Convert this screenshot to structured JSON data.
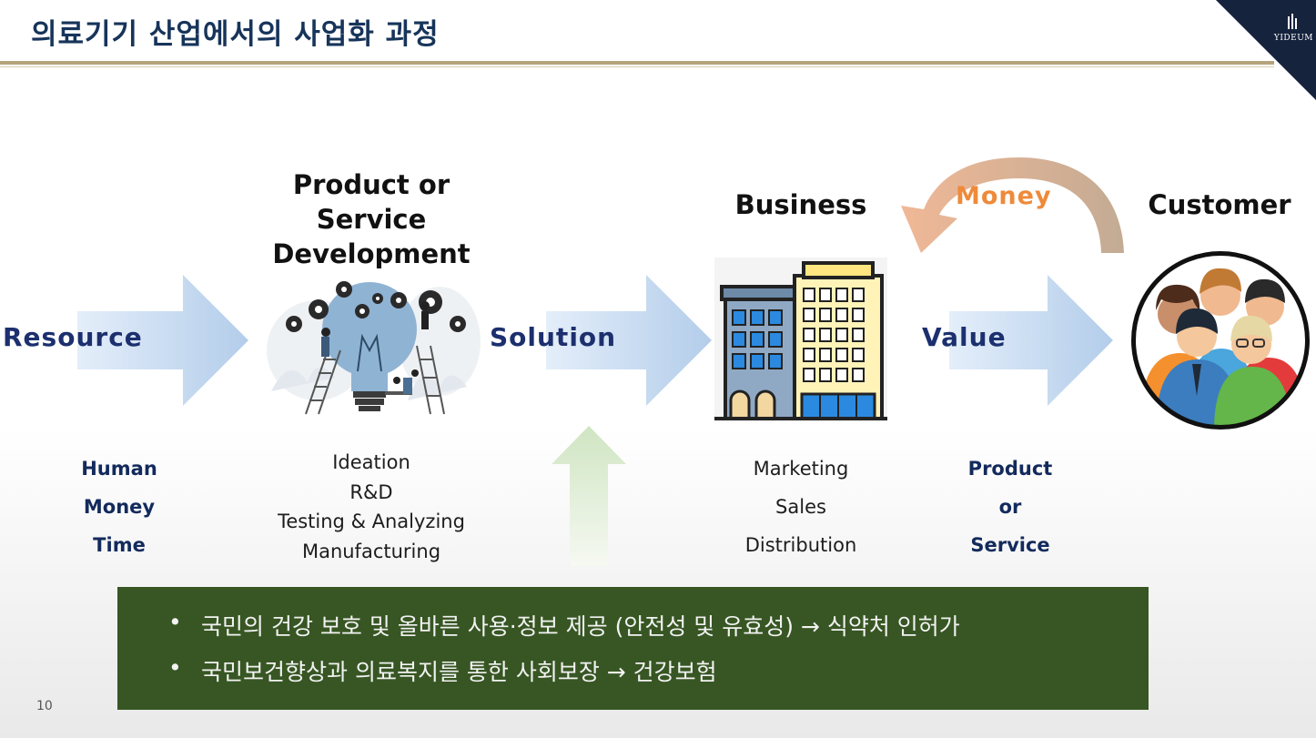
{
  "slide": {
    "title": "의료기기 산업에서의 사업화 과정",
    "page_number": "10"
  },
  "logo": {
    "text": "YIDEUM",
    "corner_color": "#16233d"
  },
  "stages": {
    "development_title_line1": "Product or Service",
    "development_title_line2": "Development",
    "business_title": "Business",
    "customer_title": "Customer"
  },
  "flow_arrows": [
    {
      "label": "Resource"
    },
    {
      "label": "Solution"
    },
    {
      "label": "Value"
    }
  ],
  "money_arrow": {
    "label": "Money"
  },
  "lists": {
    "resource": [
      "Human",
      "Money",
      "Time"
    ],
    "development": [
      "Ideation",
      "R&D",
      "Testing & Analyzing",
      "Manufacturing"
    ],
    "business": [
      "Marketing",
      "Sales",
      "Distribution"
    ],
    "value": [
      "Product",
      "or",
      "Service"
    ]
  },
  "bullet_box": {
    "items": [
      "국민의 건강 보호 및 올바른 사용·정보 제공 (안전성 및 유효성) → 식약처 인허가",
      "국민보건향상과 의료복지를 통한 사회보장 → 건강보험"
    ]
  },
  "icons": [
    "lightbulb-gears-illustration",
    "building-icon",
    "customer-group-icon",
    "money-arrow-icon"
  ],
  "colors": {
    "title": "#17345a",
    "arrow_label": "#1c2f6e",
    "money_label": "#ee8a3a",
    "box_background": "#375623",
    "box_text": "#f2f2f2",
    "arrow_fill": "#bcd4ee"
  }
}
